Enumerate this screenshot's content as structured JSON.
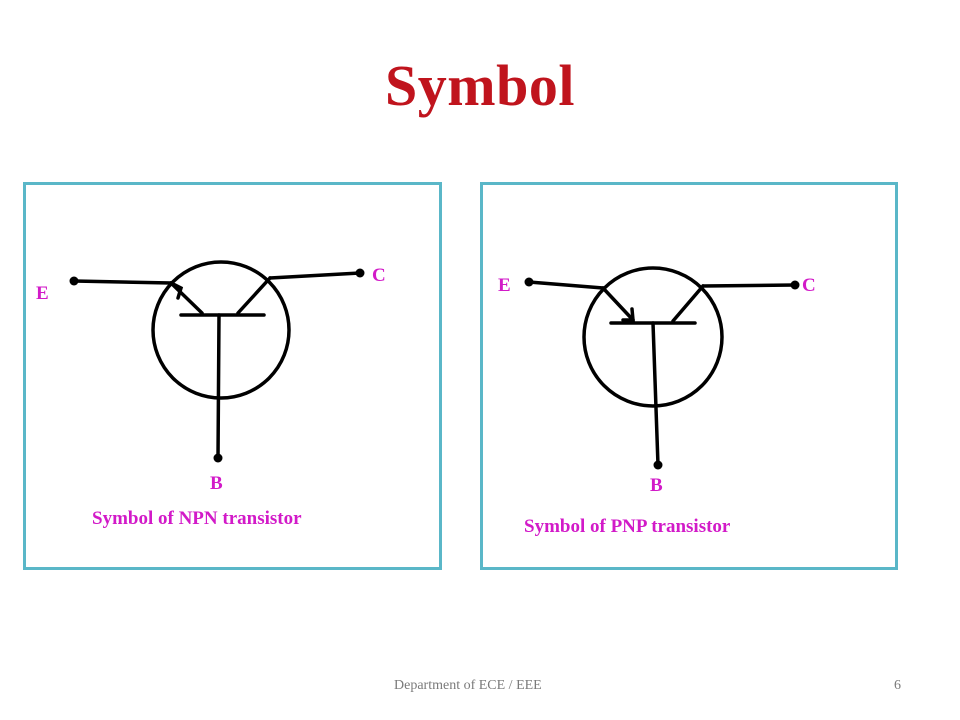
{
  "slide": {
    "title": "Symbol",
    "footer_text": "Department of ECE / EEE",
    "page_number": "6"
  },
  "npn": {
    "emitter_label": "E",
    "collector_label": "C",
    "base_label": "B",
    "caption": "Symbol of NPN transistor"
  },
  "pnp": {
    "emitter_label": "E",
    "collector_label": "C",
    "base_label": "B",
    "caption": "Symbol of PNP transistor"
  },
  "colors": {
    "title": "#c0141d",
    "labels": "#d21ac8",
    "panel_border": "#5ab7c8",
    "footer": "#7a7a7a"
  }
}
